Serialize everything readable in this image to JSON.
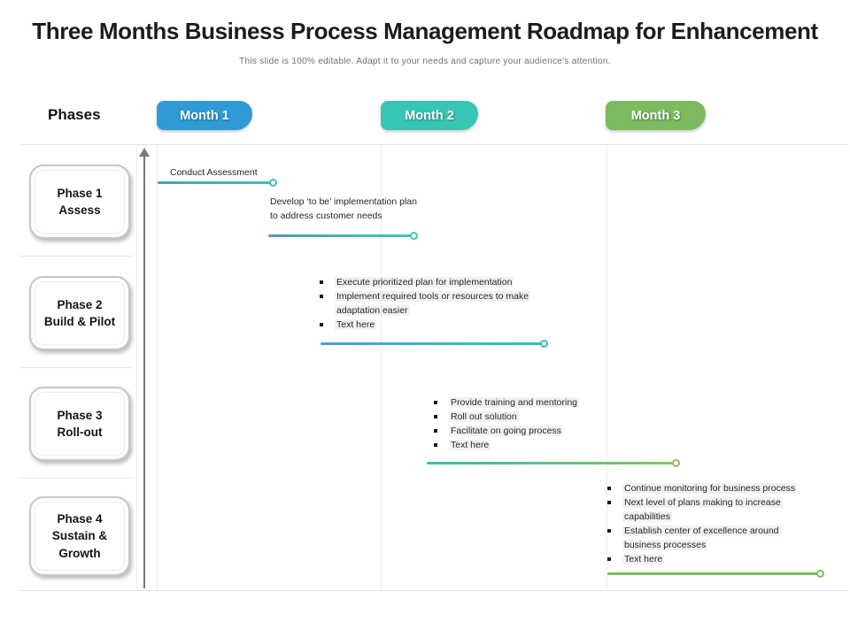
{
  "slide": {
    "title": "Three Months Business Process Management Roadmap for Enhancement",
    "subtitle": "This slide is 100% editable. Adapt it to your needs and capture your audience's attention.",
    "phases_label": "Phases"
  },
  "months": [
    {
      "label": "Month 1",
      "color": "#2f9bd6"
    },
    {
      "label": "Month 2",
      "color": "#38c6b4"
    },
    {
      "label": "Month 3",
      "color": "#7cba60"
    }
  ],
  "phases": [
    {
      "lines": [
        "Phase 1",
        "Assess"
      ]
    },
    {
      "lines": [
        "Phase 2",
        "Build & Pilot"
      ]
    },
    {
      "lines": [
        "Phase 3",
        "Roll-out"
      ]
    },
    {
      "lines": [
        "Phase 4",
        "Sustain &",
        "Growth"
      ]
    }
  ],
  "tasks": [
    {
      "label": "Conduct Assessment",
      "line_colors": [
        "#4f9dc0",
        "#3fc0b4"
      ]
    },
    {
      "label": "Develop ‘to be’ implementation plan to address customer needs",
      "line_colors": [
        "#5598b3",
        "#3fc6ba"
      ]
    },
    {
      "bullets": [
        "Execute prioritized plan for implementation",
        "Implement required tools or resources to make adaptation easier",
        "Text here"
      ],
      "line_colors": [
        "#4aa3c7",
        "#2fc4b2"
      ]
    },
    {
      "bullets": [
        "Provide training and mentoring",
        "Roll out solution",
        "Facilitate on going process",
        "Text here"
      ],
      "line_colors": [
        "#3bbcae",
        "#8cbe63"
      ]
    },
    {
      "bullets": [
        "Continue monitoring for business process",
        "Next level of plans making to increase capabilities",
        "Establish center of excellence around business processes",
        "Text here"
      ],
      "line_colors": [
        "#7cba60",
        "#7cba60"
      ]
    }
  ],
  "arrow_color": "#7a7a7a",
  "grid_color": "#ededed"
}
